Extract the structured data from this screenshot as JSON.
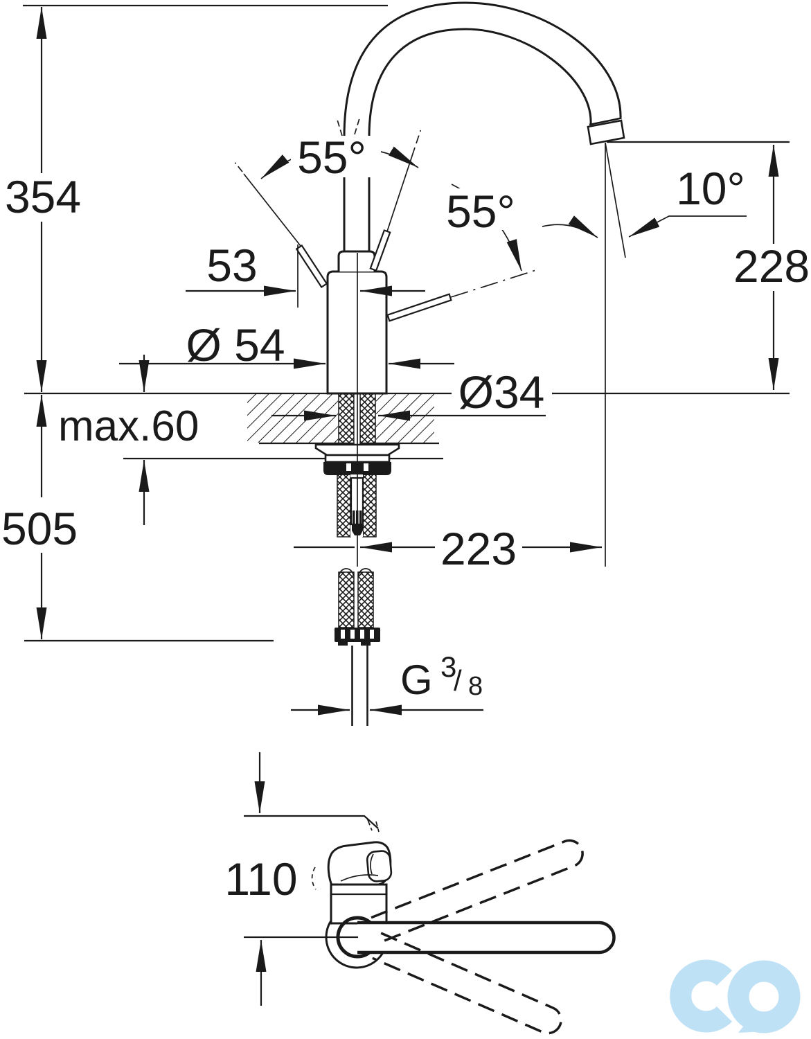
{
  "meta": {
    "type": "technical-dimension-drawing",
    "subject": "single-lever kitchen mixer faucet, side view and top view",
    "line_color": "#1a1a1a",
    "watermark_color": "#bfe1f5"
  },
  "side_view": {
    "dims": {
      "height_to_spout_top": "354",
      "under_counter_total": "505",
      "handle_to_axis": "53",
      "body_diameter": "Ø 54",
      "max_counter_thickness": "max.60",
      "hole_diameter": "Ø34",
      "spout_reach": "223",
      "outlet_height": "228"
    },
    "angles": {
      "handle_swing_left": "55°",
      "handle_swing_right": "55°",
      "outlet_tilt": "10°"
    },
    "thread": {
      "g": "G",
      "numerator": "3",
      "slash": "/",
      "denominator": "8"
    }
  },
  "top_view": {
    "dims": {
      "handle_length": "110"
    }
  },
  "watermark": {
    "name": "co-logo"
  }
}
